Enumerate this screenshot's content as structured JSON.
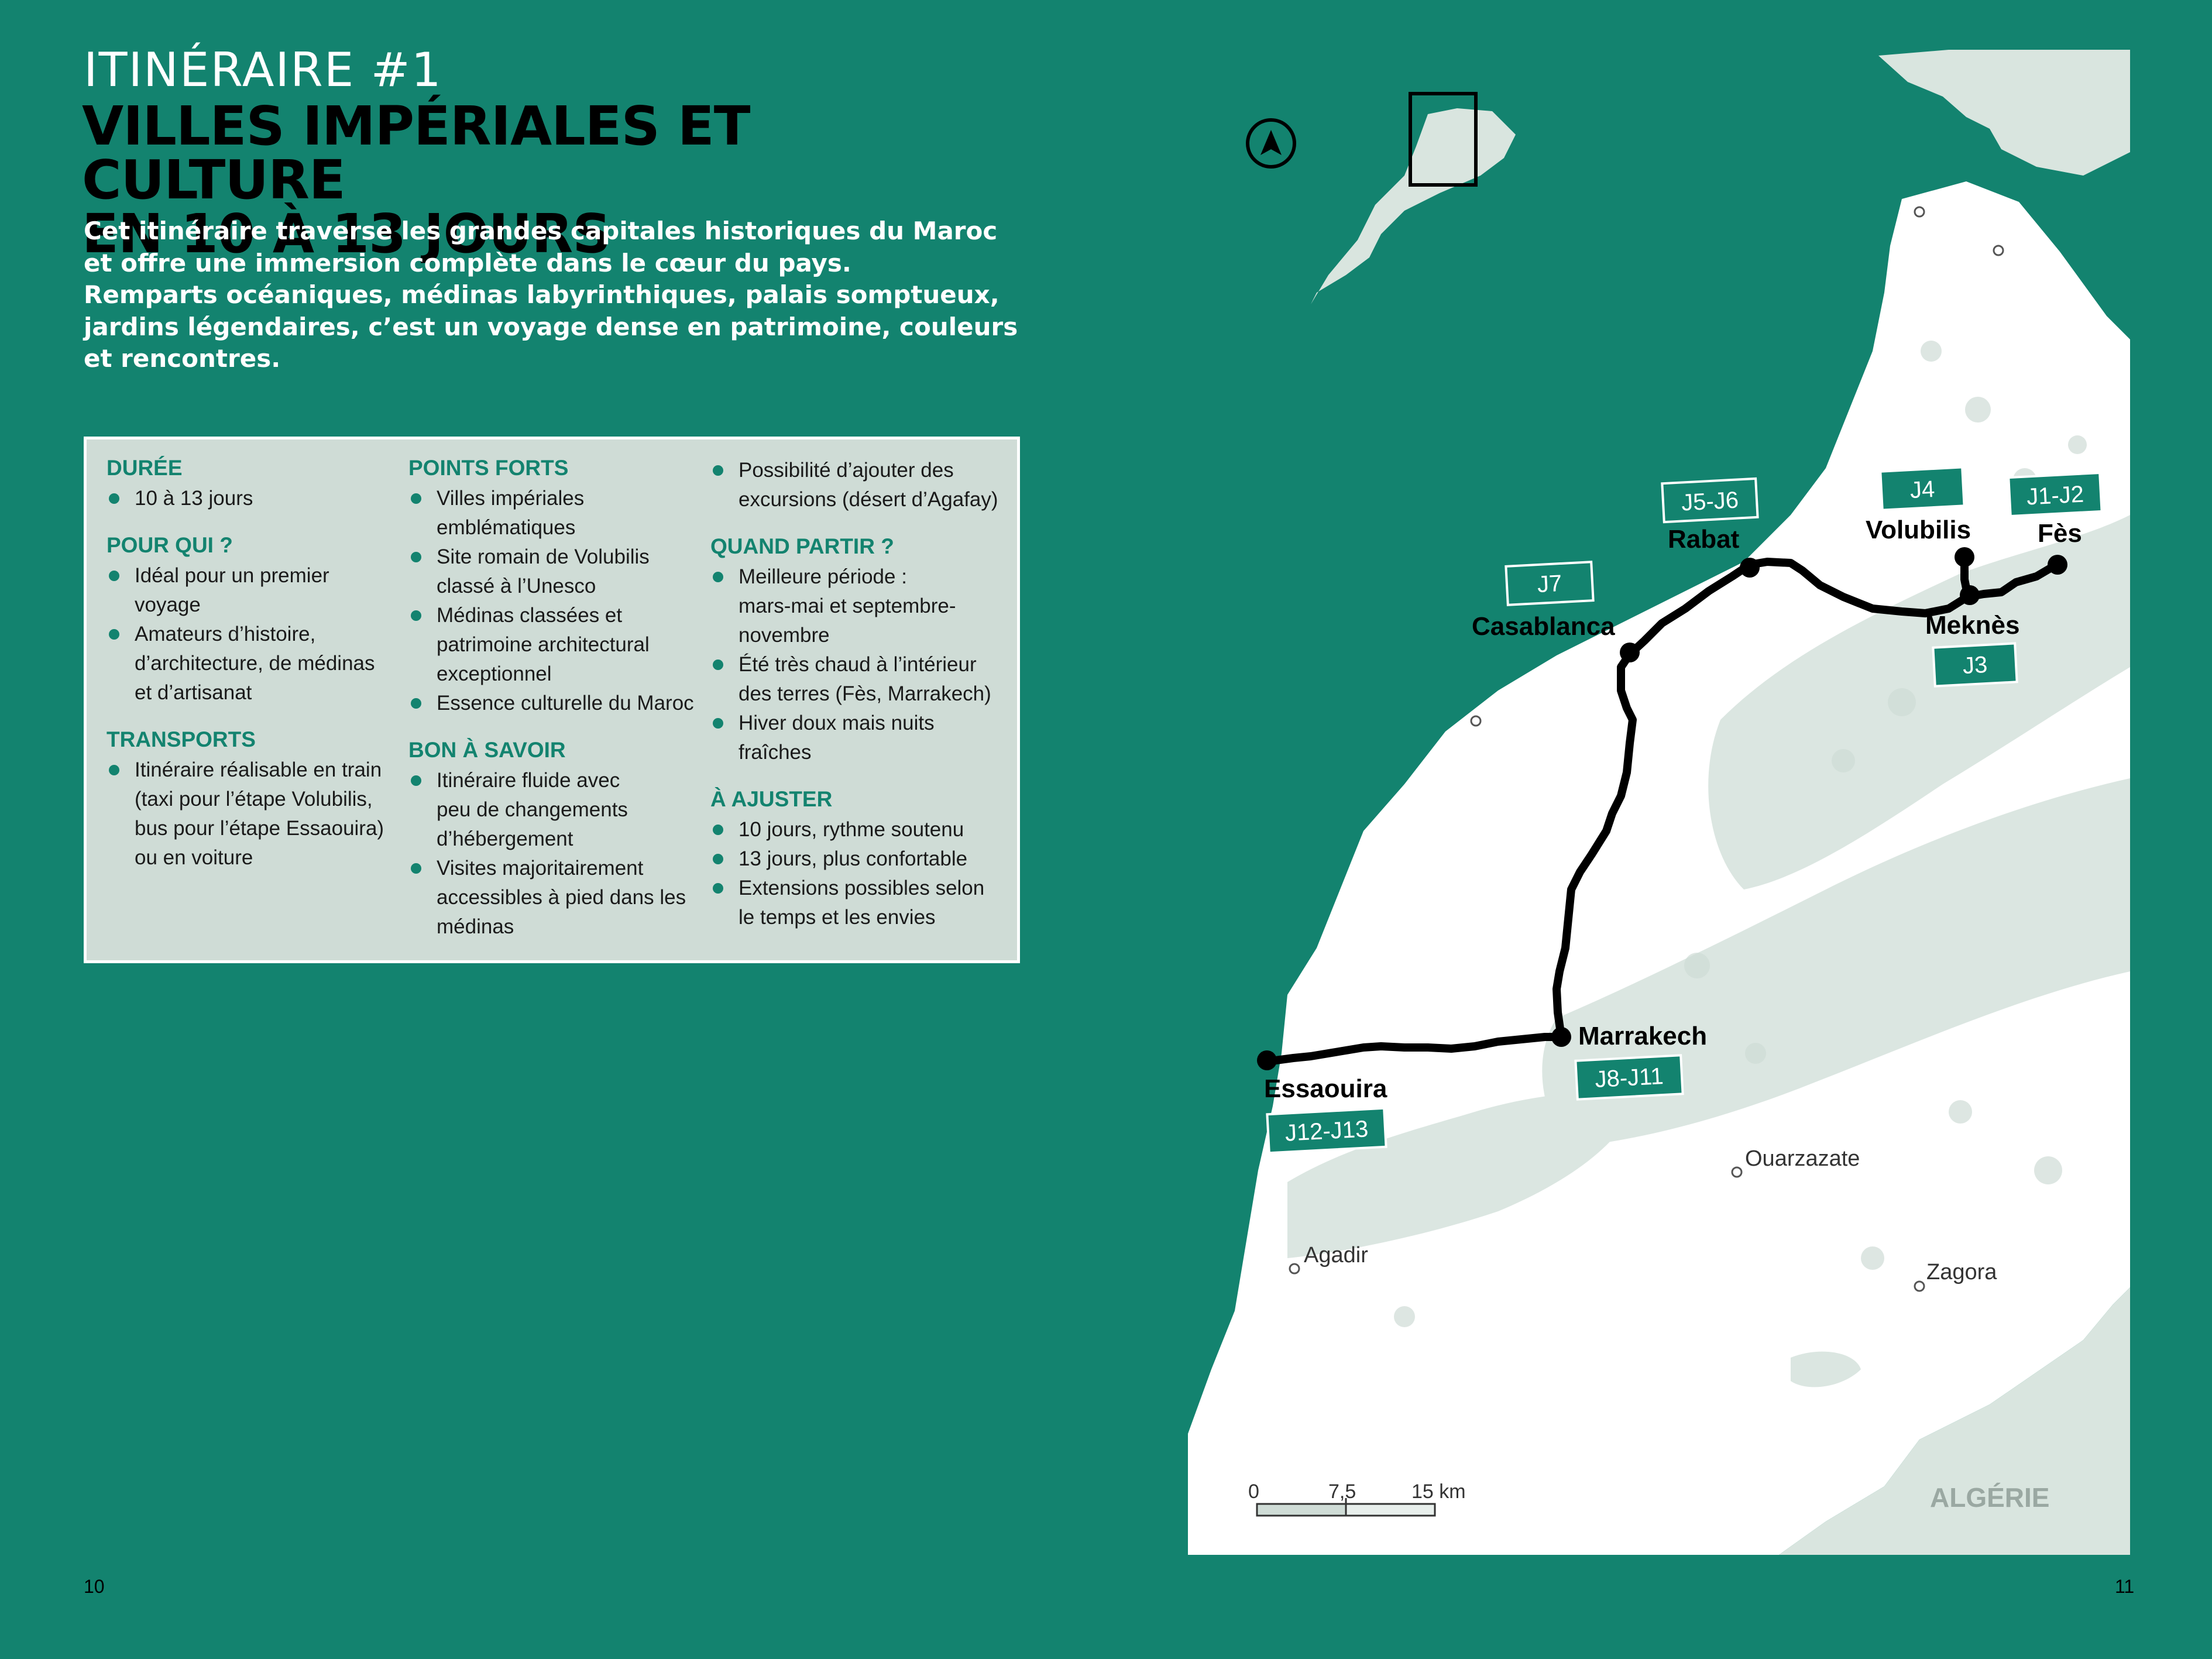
{
  "header": {
    "kicker": "ITINÉRAIRE #1",
    "title_line1": "VILLES IMPÉRIALES ET CULTURE",
    "title_line2": "EN 10 À 13 JOURS",
    "intro_lines": [
      "Cet itinéraire traverse les grandes capitales historiques du Maroc",
      "et offre une immersion complète dans le cœur du pays.",
      "Remparts océaniques, médinas labyrinthiques, palais somptueux,",
      "jardins légendaires, c’est un voyage dense en patrimoine, couleurs",
      "et rencontres."
    ]
  },
  "info": {
    "duree": {
      "title": "DURÉE",
      "items": [
        "10 à 13 jours"
      ]
    },
    "pour_qui": {
      "title": "POUR QUI ?",
      "items": [
        [
          "Idéal pour un premier",
          "voyage"
        ],
        [
          "Amateurs d’histoire,",
          "d’architecture, de médinas",
          "et d’artisanat"
        ]
      ]
    },
    "transports": {
      "title": "TRANSPORTS",
      "items": [
        [
          "Itinéraire réalisable en train",
          "(taxi pour l’étape Volubilis,",
          "bus pour l’étape Essaouira)",
          "ou en voiture"
        ]
      ]
    },
    "points_forts": {
      "title": "POINTS FORTS",
      "items": [
        [
          "Villes impériales",
          "emblématiques"
        ],
        [
          "Site romain de Volubilis",
          "classé à l’Unesco"
        ],
        [
          "Médinas classées et",
          "patrimoine architectural",
          "exceptionnel"
        ],
        [
          "Essence culturelle du Maroc"
        ]
      ]
    },
    "bon_a_savoir": {
      "title": "BON À SAVOIR",
      "items": [
        [
          "Itinéraire fluide avec",
          "peu de changements",
          "d’hébergement"
        ],
        [
          "Visites majoritairement",
          "accessibles à pied dans les",
          "médinas"
        ]
      ]
    },
    "extra": {
      "items": [
        [
          "Possibilité d’ajouter des",
          "excursions (désert d’Agafay)"
        ]
      ]
    },
    "quand_partir": {
      "title": "QUAND PARTIR ?",
      "items": [
        [
          "Meilleure période :",
          "mars-mai et septembre-",
          "novembre"
        ],
        [
          "Été très chaud à l’intérieur",
          "des terres (Fès, Marrakech)"
        ],
        [
          "Hiver doux mais nuits",
          "fraîches"
        ]
      ]
    },
    "a_ajuster": {
      "title": "À AJUSTER",
      "items": [
        [
          "10 jours, rythme soutenu"
        ],
        [
          "13 jours, plus confortable"
        ],
        [
          "Extensions possibles selon",
          "le temps et les envies"
        ]
      ]
    }
  },
  "map": {
    "stops": [
      {
        "name": "Rabat",
        "day": "J5-J6"
      },
      {
        "name": "Volubilis",
        "day": "J4"
      },
      {
        "name": "Fès",
        "day": "J1-J2"
      },
      {
        "name": "Casablanca",
        "day": "J7"
      },
      {
        "name": "Meknès",
        "day": "J3"
      },
      {
        "name": "Marrakech",
        "day": "J8-J11"
      },
      {
        "name": "Essaouira",
        "day": "J12-J13"
      }
    ],
    "towns": [
      "Ouarzazate",
      "Agadir",
      "Zagora"
    ],
    "country": "ALGÉRIE",
    "scale": [
      "0",
      "7,5",
      "15 km"
    ],
    "colors": {
      "bg": "#13836f",
      "land": "#ffffff",
      "relief": "#d9e5df",
      "route": "#000000",
      "tag": "#13836f"
    }
  },
  "footer": {
    "left_page": "10",
    "right_page": "11"
  }
}
